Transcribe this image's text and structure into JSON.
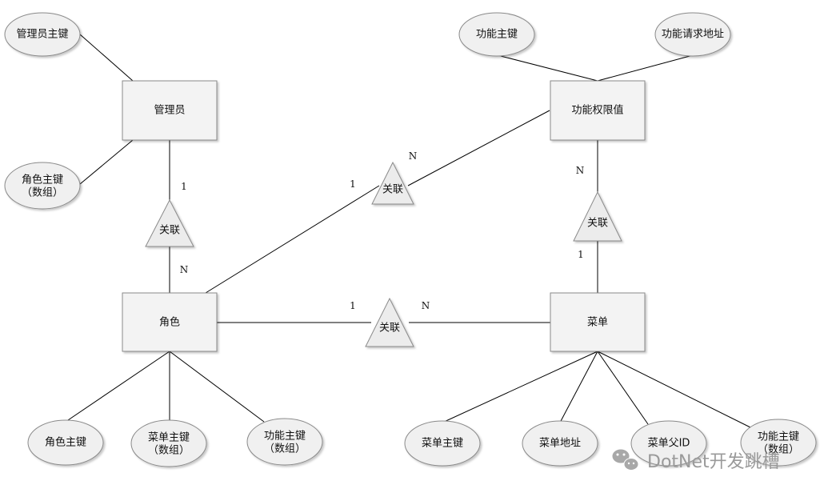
{
  "entities": {
    "admin": "管理员",
    "role": "角色",
    "perm": "功能权限值",
    "menu": "菜单"
  },
  "relationships": {
    "admin_role": "关联",
    "role_perm": "关联",
    "role_menu": "关联",
    "perm_menu": "关联"
  },
  "cardinalities": {
    "admin_role_top": "1",
    "admin_role_bottom": "N",
    "role_perm_left": "1",
    "role_perm_right": "N",
    "role_menu_left": "1",
    "role_menu_right": "N",
    "perm_menu_top": "N",
    "perm_menu_bottom": "1"
  },
  "attributes": {
    "admin_pk": [
      "管理员主键"
    ],
    "admin_role_ids": [
      "角色主键",
      "（数组）"
    ],
    "perm_pk": [
      "功能主键"
    ],
    "perm_url": [
      "功能请求地址"
    ],
    "role_pk": [
      "角色主键"
    ],
    "role_menu_ids": [
      "菜单主键",
      "（数组）"
    ],
    "role_perm_ids": [
      "功能主键",
      "（数组）"
    ],
    "menu_pk": [
      "菜单主键"
    ],
    "menu_url": [
      "菜单地址"
    ],
    "menu_parent": [
      "菜单父ID"
    ],
    "menu_perm_ids": [
      "功能主键",
      "（数组）"
    ]
  },
  "watermark": "DotNet开发跳槽"
}
